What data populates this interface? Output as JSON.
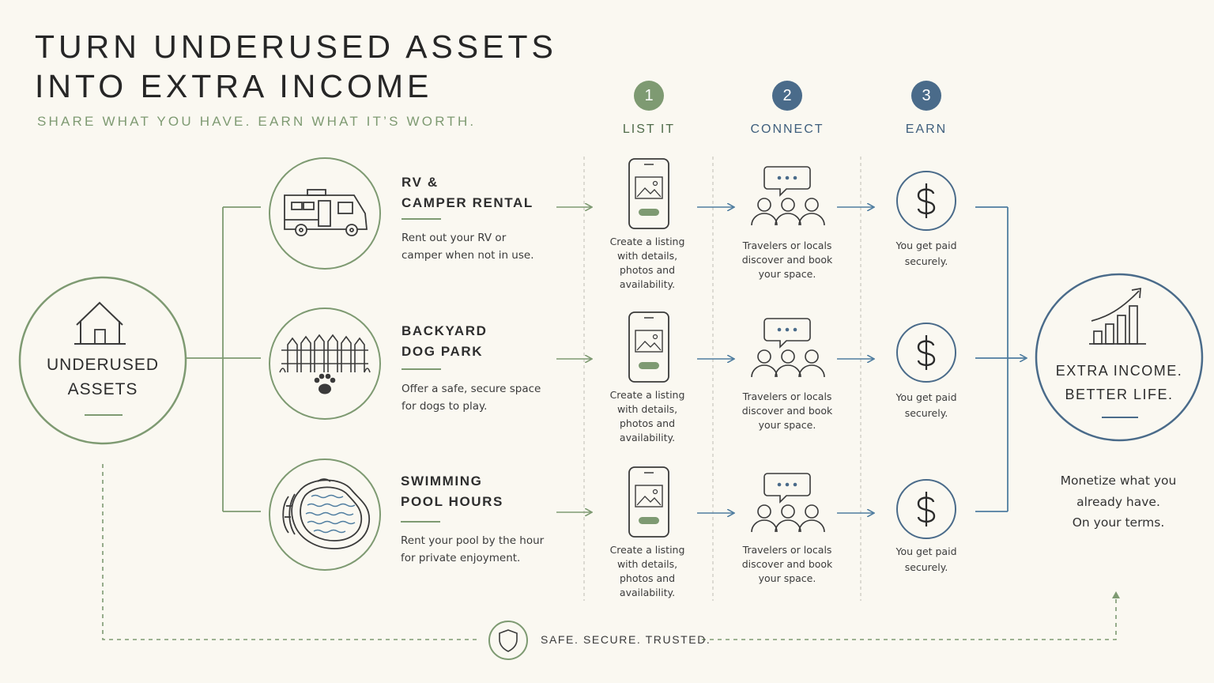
{
  "header": {
    "title_line1": "TURN UNDERUSED ASSETS",
    "title_line2": "INTO EXTRA INCOME",
    "subtitle": "SHARE WHAT YOU HAVE. EARN WHAT IT’S WORTH."
  },
  "colors": {
    "background": "#faf8f1",
    "green": "#7e9a72",
    "blue": "#4a6b8a",
    "teal": "#4f7da0"
  },
  "source": {
    "line1": "UNDERUSED",
    "line2": "ASSETS",
    "icon": "house-icon"
  },
  "steps": [
    {
      "number": "1",
      "label": "LIST IT",
      "color": "#7e9a72",
      "icon": "phone-listing-icon"
    },
    {
      "number": "2",
      "label": "CONNECT",
      "color": "#4a6b8a",
      "icon": "people-chat-icon"
    },
    {
      "number": "3",
      "label": "EARN",
      "color": "#4a6b8a",
      "icon": "dollar-icon"
    }
  ],
  "assets": [
    {
      "title_line1": "RV &",
      "title_line2": "CAMPER RENTAL",
      "desc_line1": "Rent out your RV or",
      "desc_line2": "camper when not in use.",
      "icon": "rv-icon"
    },
    {
      "title_line1": "BACKYARD",
      "title_line2": "DOG PARK",
      "desc_line1": "Offer a safe, secure space",
      "desc_line2": "for dogs to play.",
      "icon": "fence-paw-icon"
    },
    {
      "title_line1": "SWIMMING",
      "title_line2": "POOL HOURS",
      "desc_line1": "Rent your pool by the hour",
      "desc_line2": "for private enjoyment.",
      "icon": "pool-icon"
    }
  ],
  "step_texts": {
    "list": [
      "Create a listing",
      "with details,",
      "photos and",
      "availability."
    ],
    "connect": [
      "Travelers or locals",
      "discover and book",
      "your space."
    ],
    "earn": [
      "You get paid",
      "securely."
    ]
  },
  "outcome": {
    "line1": "EXTRA INCOME.",
    "line2": "BETTER LIFE.",
    "icon": "growth-chart-icon"
  },
  "monetize": [
    "Monetize what you",
    "already have.",
    "On your terms."
  ],
  "trust": {
    "label": "SAFE. SECURE. TRUSTED.",
    "icon": "shield-icon"
  }
}
